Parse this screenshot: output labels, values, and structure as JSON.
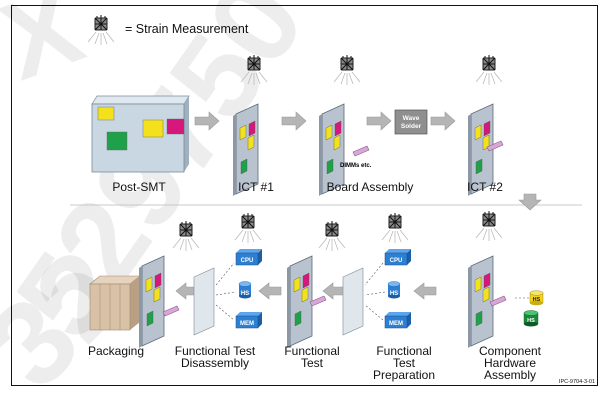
{
  "legend": {
    "icon": "strain-gauge-icon",
    "text": "= Strain Measurement"
  },
  "top_row": {
    "steps": [
      "Post-SMT",
      "ICT #1",
      "Board Assembly",
      "ICT #2"
    ],
    "wave_solder": [
      "Wave",
      "Solder"
    ],
    "dimms_note": "DIMMs etc."
  },
  "bottom_row": {
    "steps": [
      {
        "lines": [
          "Packaging"
        ]
      },
      {
        "lines": [
          "Functional Test",
          "Disassembly"
        ]
      },
      {
        "lines": [
          "Functional",
          "Test"
        ]
      },
      {
        "lines": [
          "Functional",
          "Test",
          "Preparation"
        ]
      },
      {
        "lines": [
          "Component",
          "Hardware",
          "Assembly"
        ]
      }
    ],
    "chips": {
      "cpu": "CPU",
      "hs": "HS",
      "mem": "MEM"
    }
  },
  "figure_id": "IPC-9704-3-01",
  "watermark": [
    "X",
    "529750",
    "32"
  ],
  "colors": {
    "board": "#b9c3cf",
    "board_flat": "#c9d7e2",
    "yellow": "#f2e11c",
    "magenta": "#d6177b",
    "green": "#1fa14a",
    "cpu_blue": "#2d7fd1",
    "hs_yellow": "#f2d21b",
    "hs_green": "#1a8a3a",
    "dimm": "#d8a7d8",
    "arrow": "#b5b5b5",
    "wave_box": "#8f8f8f"
  }
}
